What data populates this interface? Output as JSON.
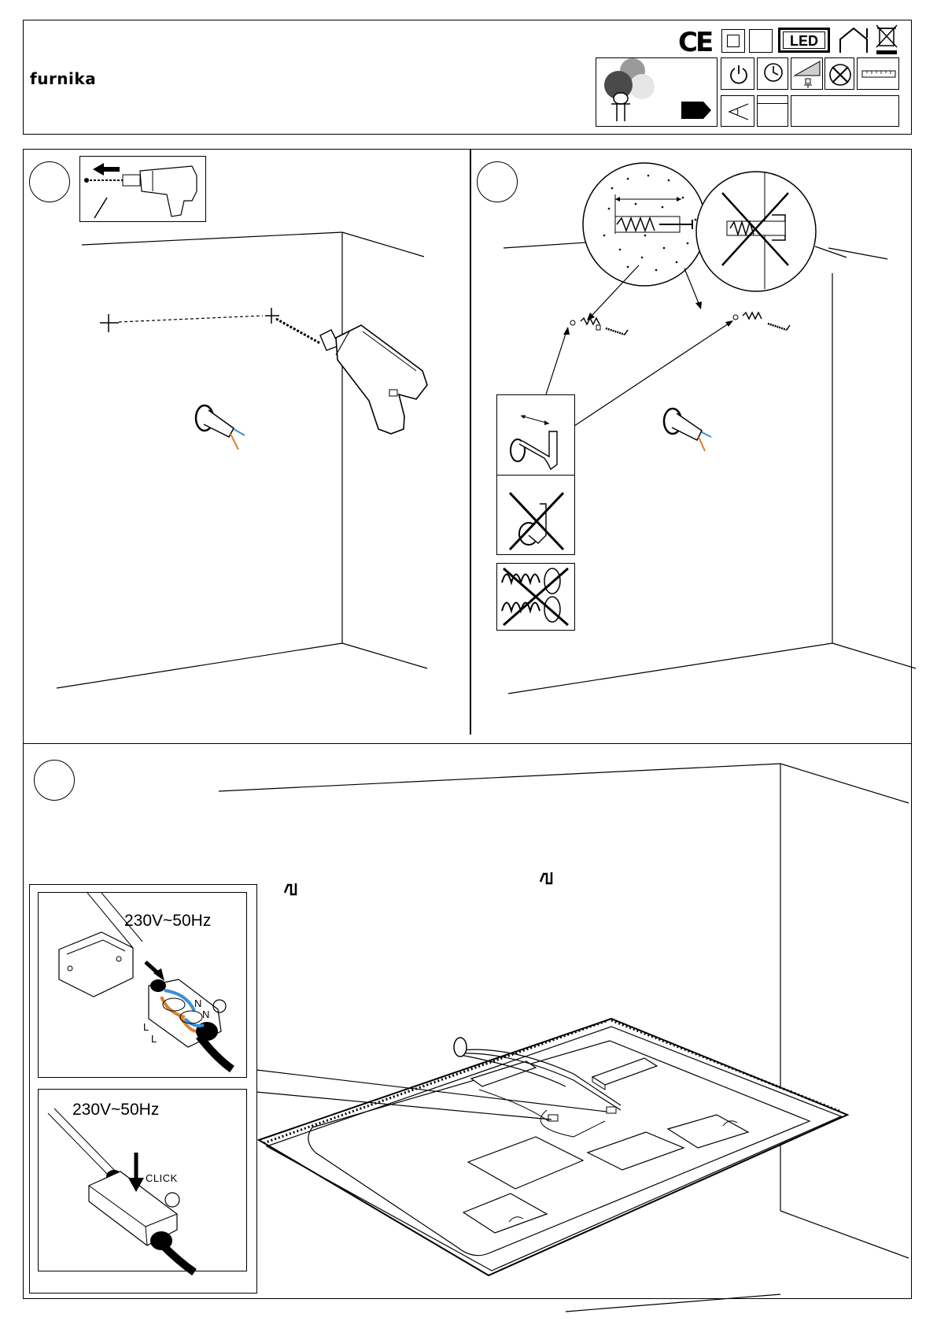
{
  "header": {
    "brand": "furnika",
    "certifications": {
      "ce_mark": "CE",
      "led_badge": "LED"
    },
    "icons": [
      "ce-mark-icon",
      "class-2-insulation-icon",
      "blank-icon",
      "led-icon",
      "indoor-use-icon",
      "weee-bin-icon",
      "power-icon",
      "clock-icon",
      "dimmer-icon",
      "no-dimmer-icon",
      "ruler-icon",
      "arrow-icon",
      "angle-icon",
      "blank-cell-icon",
      "blank-wide-cell-icon",
      "led-bulbs-icon"
    ]
  },
  "steps": [
    {
      "id": "step-1",
      "panel": "drilling"
    },
    {
      "id": "step-2",
      "panel": "dowels-and-hooks"
    },
    {
      "id": "step-3",
      "panel": "wiring-and-mounting"
    }
  ],
  "wiring": {
    "voltage_top": "230V~50Hz",
    "voltage_bottom": "230V~50Hz",
    "click_label": "CLICK",
    "terminals": {
      "n1": "N",
      "n2": "N",
      "l1": "L",
      "l2": "L"
    }
  },
  "colors": {
    "neutral_wire": "#3b8fd8",
    "live_wire": "#d9822b",
    "line": "#000000"
  }
}
